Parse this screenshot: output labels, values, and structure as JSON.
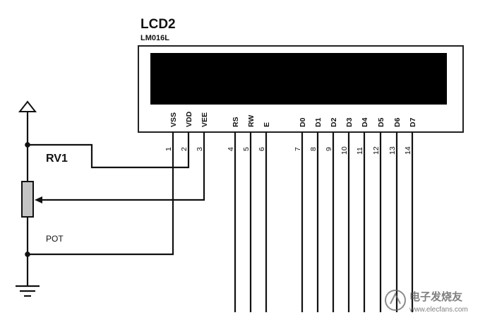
{
  "lcd": {
    "ref": "LCD2",
    "model": "LM016L",
    "pins": [
      {
        "name": "VSS",
        "num": "1"
      },
      {
        "name": "VDD",
        "num": "2"
      },
      {
        "name": "VEE",
        "num": "3"
      },
      {
        "name": "RS",
        "num": "4"
      },
      {
        "name": "RW",
        "num": "5"
      },
      {
        "name": "E",
        "num": "6"
      },
      {
        "name": "D0",
        "num": "7"
      },
      {
        "name": "D1",
        "num": "8"
      },
      {
        "name": "D2",
        "num": "9"
      },
      {
        "name": "D3",
        "num": "10"
      },
      {
        "name": "D4",
        "num": "11"
      },
      {
        "name": "D5",
        "num": "12"
      },
      {
        "name": "D6",
        "num": "13"
      },
      {
        "name": "D7",
        "num": "14"
      }
    ]
  },
  "pot": {
    "ref": "RV1",
    "label": "POT"
  },
  "watermark": {
    "line1": "电子发烧友",
    "line2": "www.elecfans.com"
  }
}
